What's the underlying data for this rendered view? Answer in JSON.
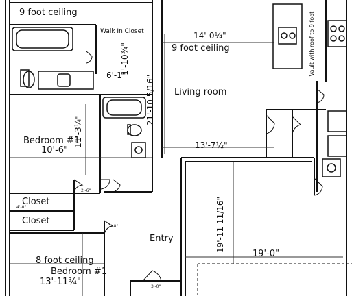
{
  "labels": {
    "nine_foot_ceiling_top": "9 foot ceiling",
    "walk_in_closet": "Walk In Closet",
    "kitchen_dim": "14'-0¼\"",
    "kitchen_ceiling": "9 foot ceiling",
    "wic_dim": "6'-1\"",
    "wic_height": "1'-10¾\"",
    "living_depth": "21'-10 5/16\"",
    "living_room": "Living room",
    "vault_note": "Vault with roof to 9 foot",
    "bedroom2_name": "Bedroom #1",
    "bedroom2_width": "10'-6\"",
    "bedroom2_depth": "11'-3¼\"",
    "hall_dim": "13'-7½\"",
    "closet_a": "Closet",
    "closet_b": "Closet",
    "entry": "Entry",
    "bedroom1_ceiling": "8 foot ceiling",
    "bedroom1_name": "Bedroom #1",
    "bedroom1_dim": "13'-11¾\"",
    "garage_depth": "19'-11 11/16\"",
    "garage_width": "19'-0\"",
    "door_2_6": "2'-6\"",
    "door_2_8": "2'-8\"",
    "door_4_0": "4'-0\"",
    "door_3_0": "3'-0\""
  }
}
